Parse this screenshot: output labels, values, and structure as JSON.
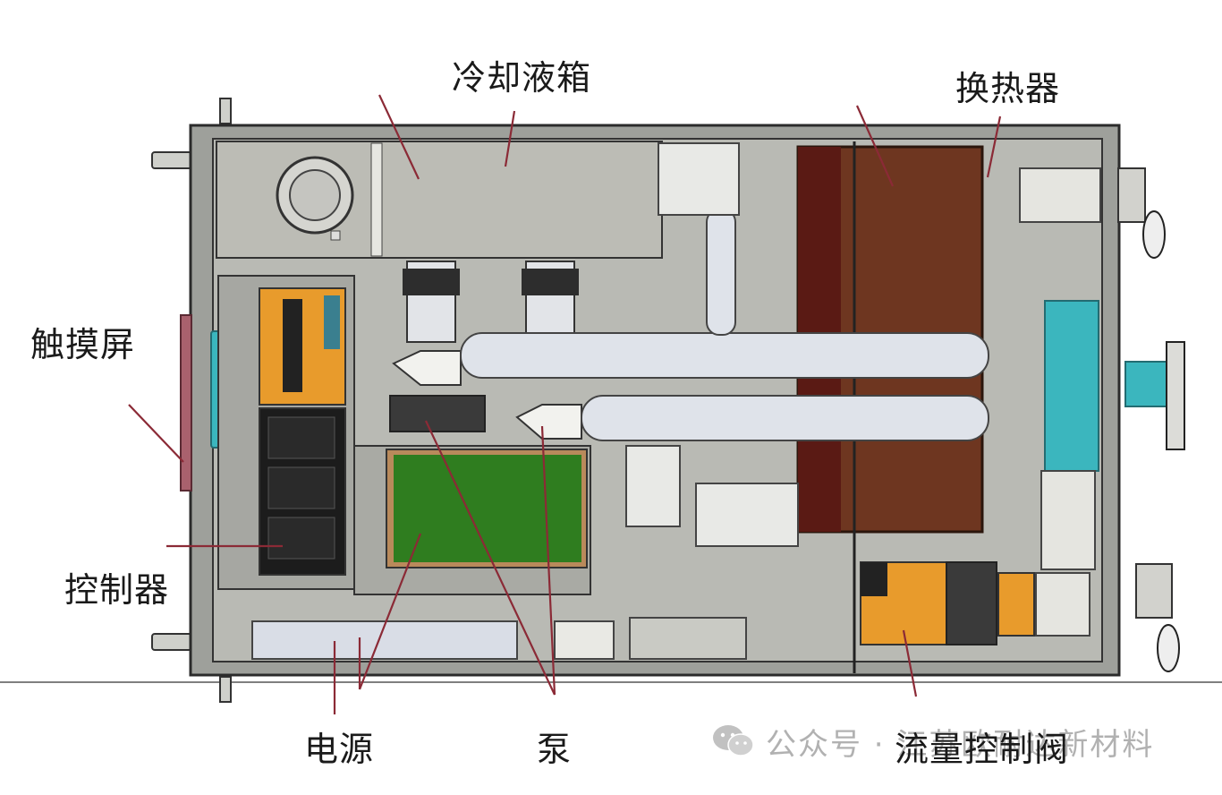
{
  "labels": {
    "coolant_tank": "冷却液箱",
    "heat_exchanger": "换热器",
    "touch_screen": "触摸屏",
    "controller": "控制器",
    "power_supply": "电源",
    "pump": "泵",
    "flow_control_valve": "流量控制阀"
  },
  "watermark": {
    "text": "公众号 · 江苏欧耐达新材料",
    "icon": "wechat-icon"
  },
  "colors": {
    "chassis": "#9ea09b",
    "panel": "#b9bab4",
    "coolant_tank": "#bcbcb5",
    "heat_exchanger": "#6e3620",
    "pump_pipe": "#dfe3ea",
    "controller_orange": "#e89b2c",
    "pcb_green": "#2f7d1f",
    "teal": "#3bb6be",
    "leader": "#8b2a36"
  }
}
